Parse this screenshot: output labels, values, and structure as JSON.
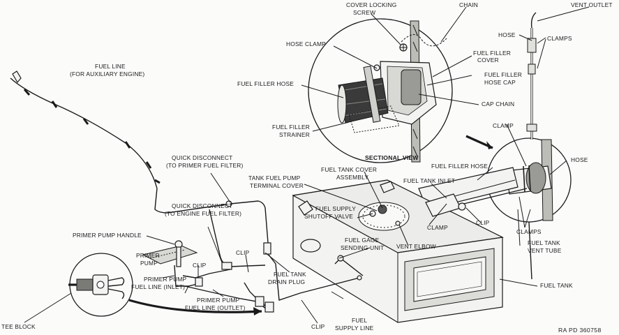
{
  "labels": {
    "cover_locking_screw_1": "COVER LOCKING",
    "cover_locking_screw_2": "SCREW",
    "chain": "CHAIN",
    "vent_outlet": "VENT OUTLET",
    "hose_top": "HOSE",
    "clamps_top": "CLAMPS",
    "hose_clamp": "HOSE CLAMP",
    "fuel_filler_cover_1": "FUEL FILLER",
    "fuel_filler_cover_2": "COVER",
    "fuel_filler_hose_cap_1": "FUEL FILLER",
    "fuel_filler_hose_cap_2": "HOSE CAP",
    "fuel_filler_hose_left": "FUEL FILLER HOSE",
    "cap_chain": "CAP CHAIN",
    "fuel_filler_strainer_1": "FUEL FILLER",
    "fuel_filler_strainer_2": "STRAINER",
    "sectional_view": "SECTIONAL VIEW",
    "fuel_line_aux_1": "FUEL LINE",
    "fuel_line_aux_2": "(FOR AUXILIARY ENGINE)",
    "clamp_right": "CLAMP",
    "hose_right": "HOSE",
    "fuel_filler_hose_right": "FUEL FILLER HOSE",
    "quick_disconnect_primer_1": "QUICK DISCONNECT",
    "quick_disconnect_primer_2": "(TO PRIMER FUEL FILTER)",
    "fuel_tank_cover_assembly_1": "FUEL TANK COVER",
    "fuel_tank_cover_assembly_2": "ASSEMBLY",
    "tank_fuel_pump_1": "TANK FUEL PUMP",
    "tank_fuel_pump_2": "TERMINAL COVER",
    "fuel_tank_inlet": "FUEL TANK INLET",
    "fuel_supply_valve_1": "FUEL SUPPLY",
    "fuel_supply_valve_2": "SHUTOFF VALVE",
    "quick_disconnect_engine_1": "QUICK DISCONNECT",
    "quick_disconnect_engine_2": "(TO ENGINE FUEL FILTER)",
    "clamp_mid": "CLAMP",
    "clip_right": "CLIP",
    "clamps_right": "CLAMPS",
    "primer_pump_handle": "PRIMER PUMP HANDLE",
    "fuel_gage_1": "FUEL GAGE",
    "fuel_gage_2": "SENDING UNIT",
    "vent_elbow": "VENT ELBOW",
    "fuel_tank_vent_1": "FUEL TANK",
    "fuel_tank_vent_2": "VENT TUBE",
    "clip_upper": "CLIP",
    "primer_pump_1": "PRIMER",
    "primer_pump_2": "PUMP",
    "clip_left": "CLIP",
    "fuel_tank_drain_1": "FUEL TANK",
    "fuel_tank_drain_2": "DRAIN PLUG",
    "primer_inlet_1": "PRIMER PUMP",
    "primer_inlet_2": "FUEL LINE (INLET)",
    "primer_outlet_1": "PRIMER PUMP",
    "primer_outlet_2": "FUEL LINE (OUTLET)",
    "fuel_tank": "FUEL TANK",
    "tee_block": "TEE BLOCK",
    "clip_bottom": "CLIP",
    "fuel_supply_line_1": "FUEL",
    "fuel_supply_line_2": "SUPPLY LINE",
    "ref_number": "RA PD 360758"
  }
}
